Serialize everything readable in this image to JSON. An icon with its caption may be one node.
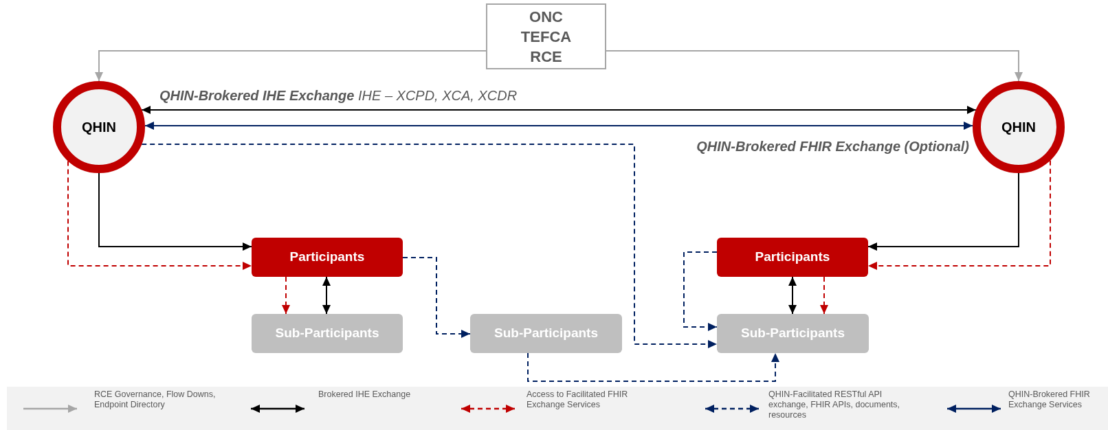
{
  "diagram": {
    "nodes": [
      {
        "text": [
          "ONC",
          "TEFCA",
          "RCE"
        ]
      },
      {
        "text": [
          "QHIN"
        ]
      },
      {
        "text": [
          "QHIN"
        ]
      },
      {
        "text": [
          "Participants"
        ]
      },
      {
        "text": [
          "Sub-Participants"
        ]
      },
      {
        "text": [
          "Sub-Participants"
        ]
      },
      {
        "text": [
          "Participants"
        ]
      },
      {
        "text": [
          "Sub-Participants"
        ]
      }
    ],
    "edges": [
      {
        "from": 0,
        "to": 1,
        "arrow": "to",
        "color": "#a6a6a6"
      },
      {
        "from": 0,
        "to": 2,
        "arrow": "to",
        "color": "#a6a6a6"
      },
      {
        "from": 1,
        "to": 2,
        "arrow": "both",
        "label": "**QHIN-Brokered IHE Exchange** IHE – XCPD, XCA, XCDR"
      },
      {
        "from": 1,
        "to": 2,
        "arrow": "both",
        "label": "QHIN-Brokered FHIR Exchange (Optional)",
        "color": "#002060"
      },
      {
        "from": 1,
        "to": 7,
        "arrow": "to",
        "style": "dashed",
        "color": "#002060"
      },
      {
        "from": 1,
        "to": 3,
        "arrow": "to"
      },
      {
        "from": 1,
        "to": 3,
        "arrow": "to",
        "style": "dashed",
        "color": "#c00000"
      },
      {
        "from": 3,
        "to": 4,
        "arrow": "to",
        "style": "dashed",
        "color": "#c00000"
      },
      {
        "from": 3,
        "to": 4,
        "arrow": "both"
      },
      {
        "from": 3,
        "to": 5,
        "arrow": "to",
        "style": "dashed",
        "color": "#002060"
      },
      {
        "from": 5,
        "to": 7,
        "arrow": "to",
        "style": "dashed",
        "color": "#002060"
      },
      {
        "from": 2,
        "to": 6,
        "arrow": "to"
      },
      {
        "from": 2,
        "to": 6,
        "arrow": "to",
        "style": "dashed",
        "color": "#c00000"
      },
      {
        "from": 6,
        "to": 7,
        "arrow": "to",
        "style": "dashed",
        "color": "#002060"
      },
      {
        "from": 6,
        "to": 7,
        "arrow": "both"
      },
      {
        "from": 6,
        "to": 7,
        "arrow": "to",
        "style": "dashed",
        "color": "#c00000"
      }
    ],
    "legend": [
      {
        "text": "RCE Governance, Flow Downs, Endpoint Directory"
      },
      {
        "text": "Brokered IHE Exchange"
      },
      {
        "text": "Access to Facilitated FHIR Exchange Services"
      },
      {
        "text": "QHIN-Facilitated RESTful API exchange, FHIR APIs, documents, resources"
      },
      {
        "text": "QHIN-Brokered FHIR Exchange Services"
      }
    ]
  }
}
